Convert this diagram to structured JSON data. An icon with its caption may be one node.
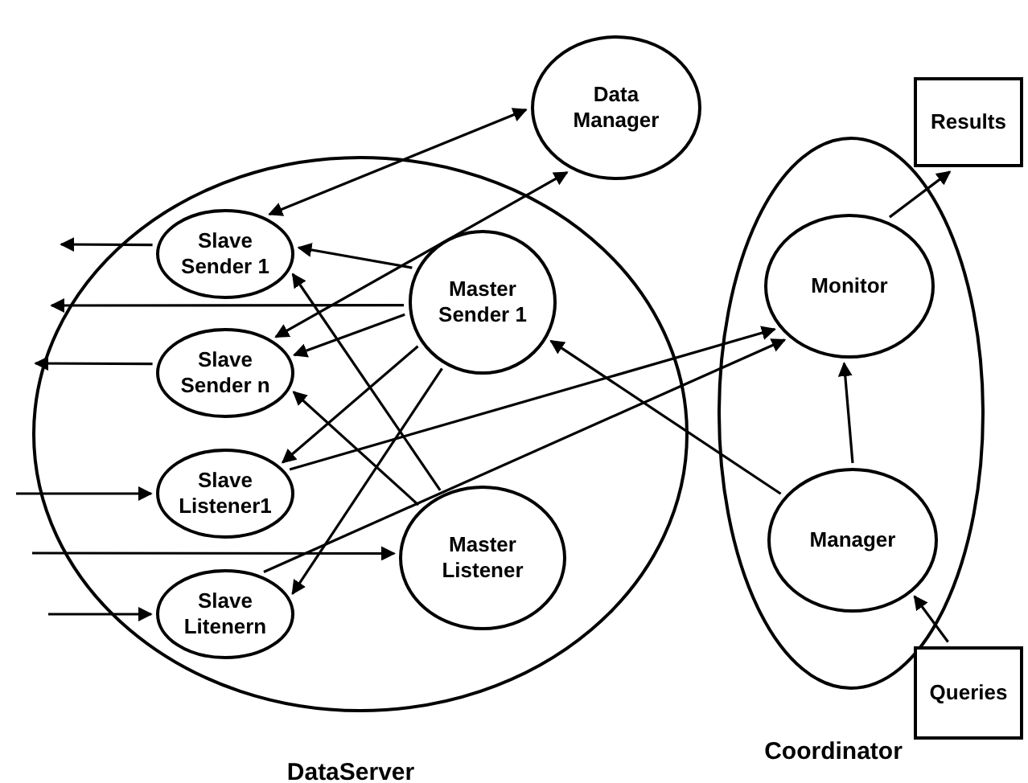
{
  "diagram": {
    "nodes": [
      {
        "text": [
          "DataServer"
        ]
      },
      {
        "text": [
          "Slave Sender 1"
        ],
        "in": 0
      },
      {
        "text": [
          "Master Sender 1"
        ],
        "in": 0
      },
      {
        "text": [
          "Slave Sender n"
        ],
        "in": 0
      },
      {
        "text": [
          "Slave Listener1"
        ],
        "in": 0
      },
      {
        "text": [
          "Master Listener"
        ],
        "in": 0
      },
      {
        "text": [
          "Slave Litenern"
        ],
        "in": 0
      },
      {
        "text": [
          "Data Manager"
        ]
      },
      {
        "text": [
          "Coordinator"
        ]
      },
      {
        "text": [
          "Monitor"
        ],
        "in": 8
      },
      {
        "text": [
          "Manager"
        ],
        "in": 8
      },
      {
        "text": [
          "Results"
        ]
      },
      {
        "text": [
          "Queries"
        ]
      }
    ],
    "edges": [
      {
        "from": 1,
        "to": null,
        "arrow": "to"
      },
      {
        "from": 2,
        "to": null,
        "arrow": "to"
      },
      {
        "from": 3,
        "to": null,
        "arrow": "to"
      },
      {
        "from": null,
        "to": 4,
        "arrow": "to"
      },
      {
        "from": null,
        "to": 5,
        "arrow": "to"
      },
      {
        "from": null,
        "to": 6,
        "arrow": "to"
      },
      {
        "from": 1,
        "to": 7,
        "arrow": "both"
      },
      {
        "from": 3,
        "to": 7,
        "arrow": "both"
      },
      {
        "from": 2,
        "to": 1,
        "arrow": "to"
      },
      {
        "from": 2,
        "to": 3,
        "arrow": "to"
      },
      {
        "from": 2,
        "to": 4,
        "arrow": "to"
      },
      {
        "from": 2,
        "to": 6,
        "arrow": "to"
      },
      {
        "from": 5,
        "to": 1,
        "arrow": "to"
      },
      {
        "from": 5,
        "to": 3,
        "arrow": "to"
      },
      {
        "from": 4,
        "to": 9,
        "arrow": "to"
      },
      {
        "from": 6,
        "to": 9,
        "arrow": "to"
      },
      {
        "from": 10,
        "to": 2,
        "arrow": "to"
      },
      {
        "from": 10,
        "to": 9,
        "arrow": "to"
      },
      {
        "from": 9,
        "to": 11,
        "arrow": "to"
      },
      {
        "from": 12,
        "to": 10,
        "arrow": "to"
      }
    ]
  }
}
